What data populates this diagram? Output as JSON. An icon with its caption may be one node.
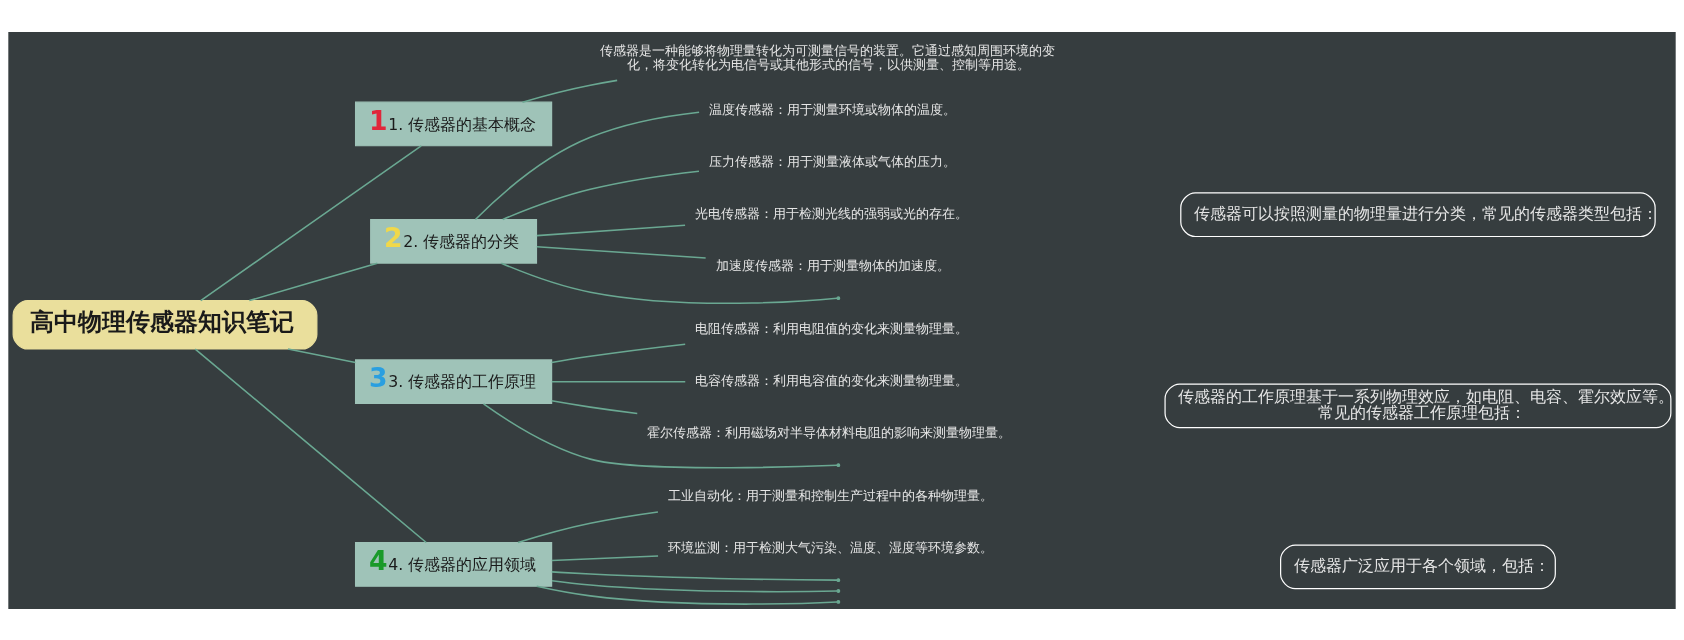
{
  "diagram": {
    "nodes": [
      {
        "text": [
          "高中物理传感器知识笔记"
        ]
      },
      {
        "text": [
          "1",
          "1. 传感器的基本概念"
        ]
      },
      {
        "text": [
          "传感器是一种能够将物理量转化为可测量信号的装置。它通过感知周围环境的变化，将变化转化为电信号或其他形式的信号，以供测量、控制等用途。"
        ]
      },
      {
        "text": [
          "2",
          "2. 传感器的分类"
        ]
      },
      {
        "text": [
          "温度传感器：用于测量环境或物体的温度。"
        ]
      },
      {
        "text": [
          "压力传感器：用于测量液体或气体的压力。"
        ]
      },
      {
        "text": [
          "光电传感器：用于检测光线的强弱或光的存在。"
        ]
      },
      {
        "text": [
          "加速度传感器：用于测量物体的加速度。"
        ]
      },
      {
        "text": [],
        "shape": "point"
      },
      {
        "text": [
          "传感器可以按照测量的物理量进行分类，常见的传感器类型包括："
        ]
      },
      {
        "text": [
          "3",
          "3. 传感器的工作原理"
        ]
      },
      {
        "text": [
          "电阻传感器：利用电阻值的变化来测量物理量。"
        ]
      },
      {
        "text": [
          "电容传感器：利用电容值的变化来测量物理量。"
        ]
      },
      {
        "text": [
          "霍尔传感器：利用磁场对半导体材料电阻的影响来测量物理量。"
        ]
      },
      {
        "text": [],
        "shape": "point"
      },
      {
        "text": [
          "传感器的工作原理基于一系列物理效应，如电阻、电容、霍尔效应等。常见的传感器工作原理包括："
        ]
      },
      {
        "text": [
          "4",
          "4. 传感器的应用领域"
        ]
      },
      {
        "text": [
          "工业自动化：用于测量和控制生产过程中的各种物理量。"
        ]
      },
      {
        "text": [
          "环境监测：用于检测大气污染、温度、湿度等环境参数。"
        ]
      },
      {
        "text": [],
        "shape": "point"
      },
      {
        "text": [],
        "shape": "point"
      },
      {
        "text": [],
        "shape": "point"
      },
      {
        "text": [
          "传感器广泛应用于各个领域，包括："
        ]
      }
    ],
    "edges": [
      {
        "from": 0,
        "to": 1,
        "arrow": "none"
      },
      {
        "from": 0,
        "to": 3,
        "arrow": "none"
      },
      {
        "from": 0,
        "to": 10,
        "arrow": "none"
      },
      {
        "from": 0,
        "to": 16,
        "arrow": "none"
      },
      {
        "from": 1,
        "to": 2,
        "arrow": "none"
      },
      {
        "from": 3,
        "to": 4,
        "arrow": "none"
      },
      {
        "from": 3,
        "to": 5,
        "arrow": "none"
      },
      {
        "from": 3,
        "to": 6,
        "arrow": "none"
      },
      {
        "from": 3,
        "to": 7,
        "arrow": "none"
      },
      {
        "from": 3,
        "to": 8,
        "arrow": "none"
      },
      {
        "from": 10,
        "to": 11,
        "arrow": "none"
      },
      {
        "from": 10,
        "to": 12,
        "arrow": "none"
      },
      {
        "from": 10,
        "to": 13,
        "arrow": "none"
      },
      {
        "from": 10,
        "to": 14,
        "arrow": "none"
      },
      {
        "from": 16,
        "to": 17,
        "arrow": "none"
      },
      {
        "from": 16,
        "to": 18,
        "arrow": "none"
      },
      {
        "from": 16,
        "to": 19,
        "arrow": "none"
      },
      {
        "from": 16,
        "to": 20,
        "arrow": "none"
      },
      {
        "from": 16,
        "to": 21,
        "arrow": "none"
      }
    ]
  }
}
